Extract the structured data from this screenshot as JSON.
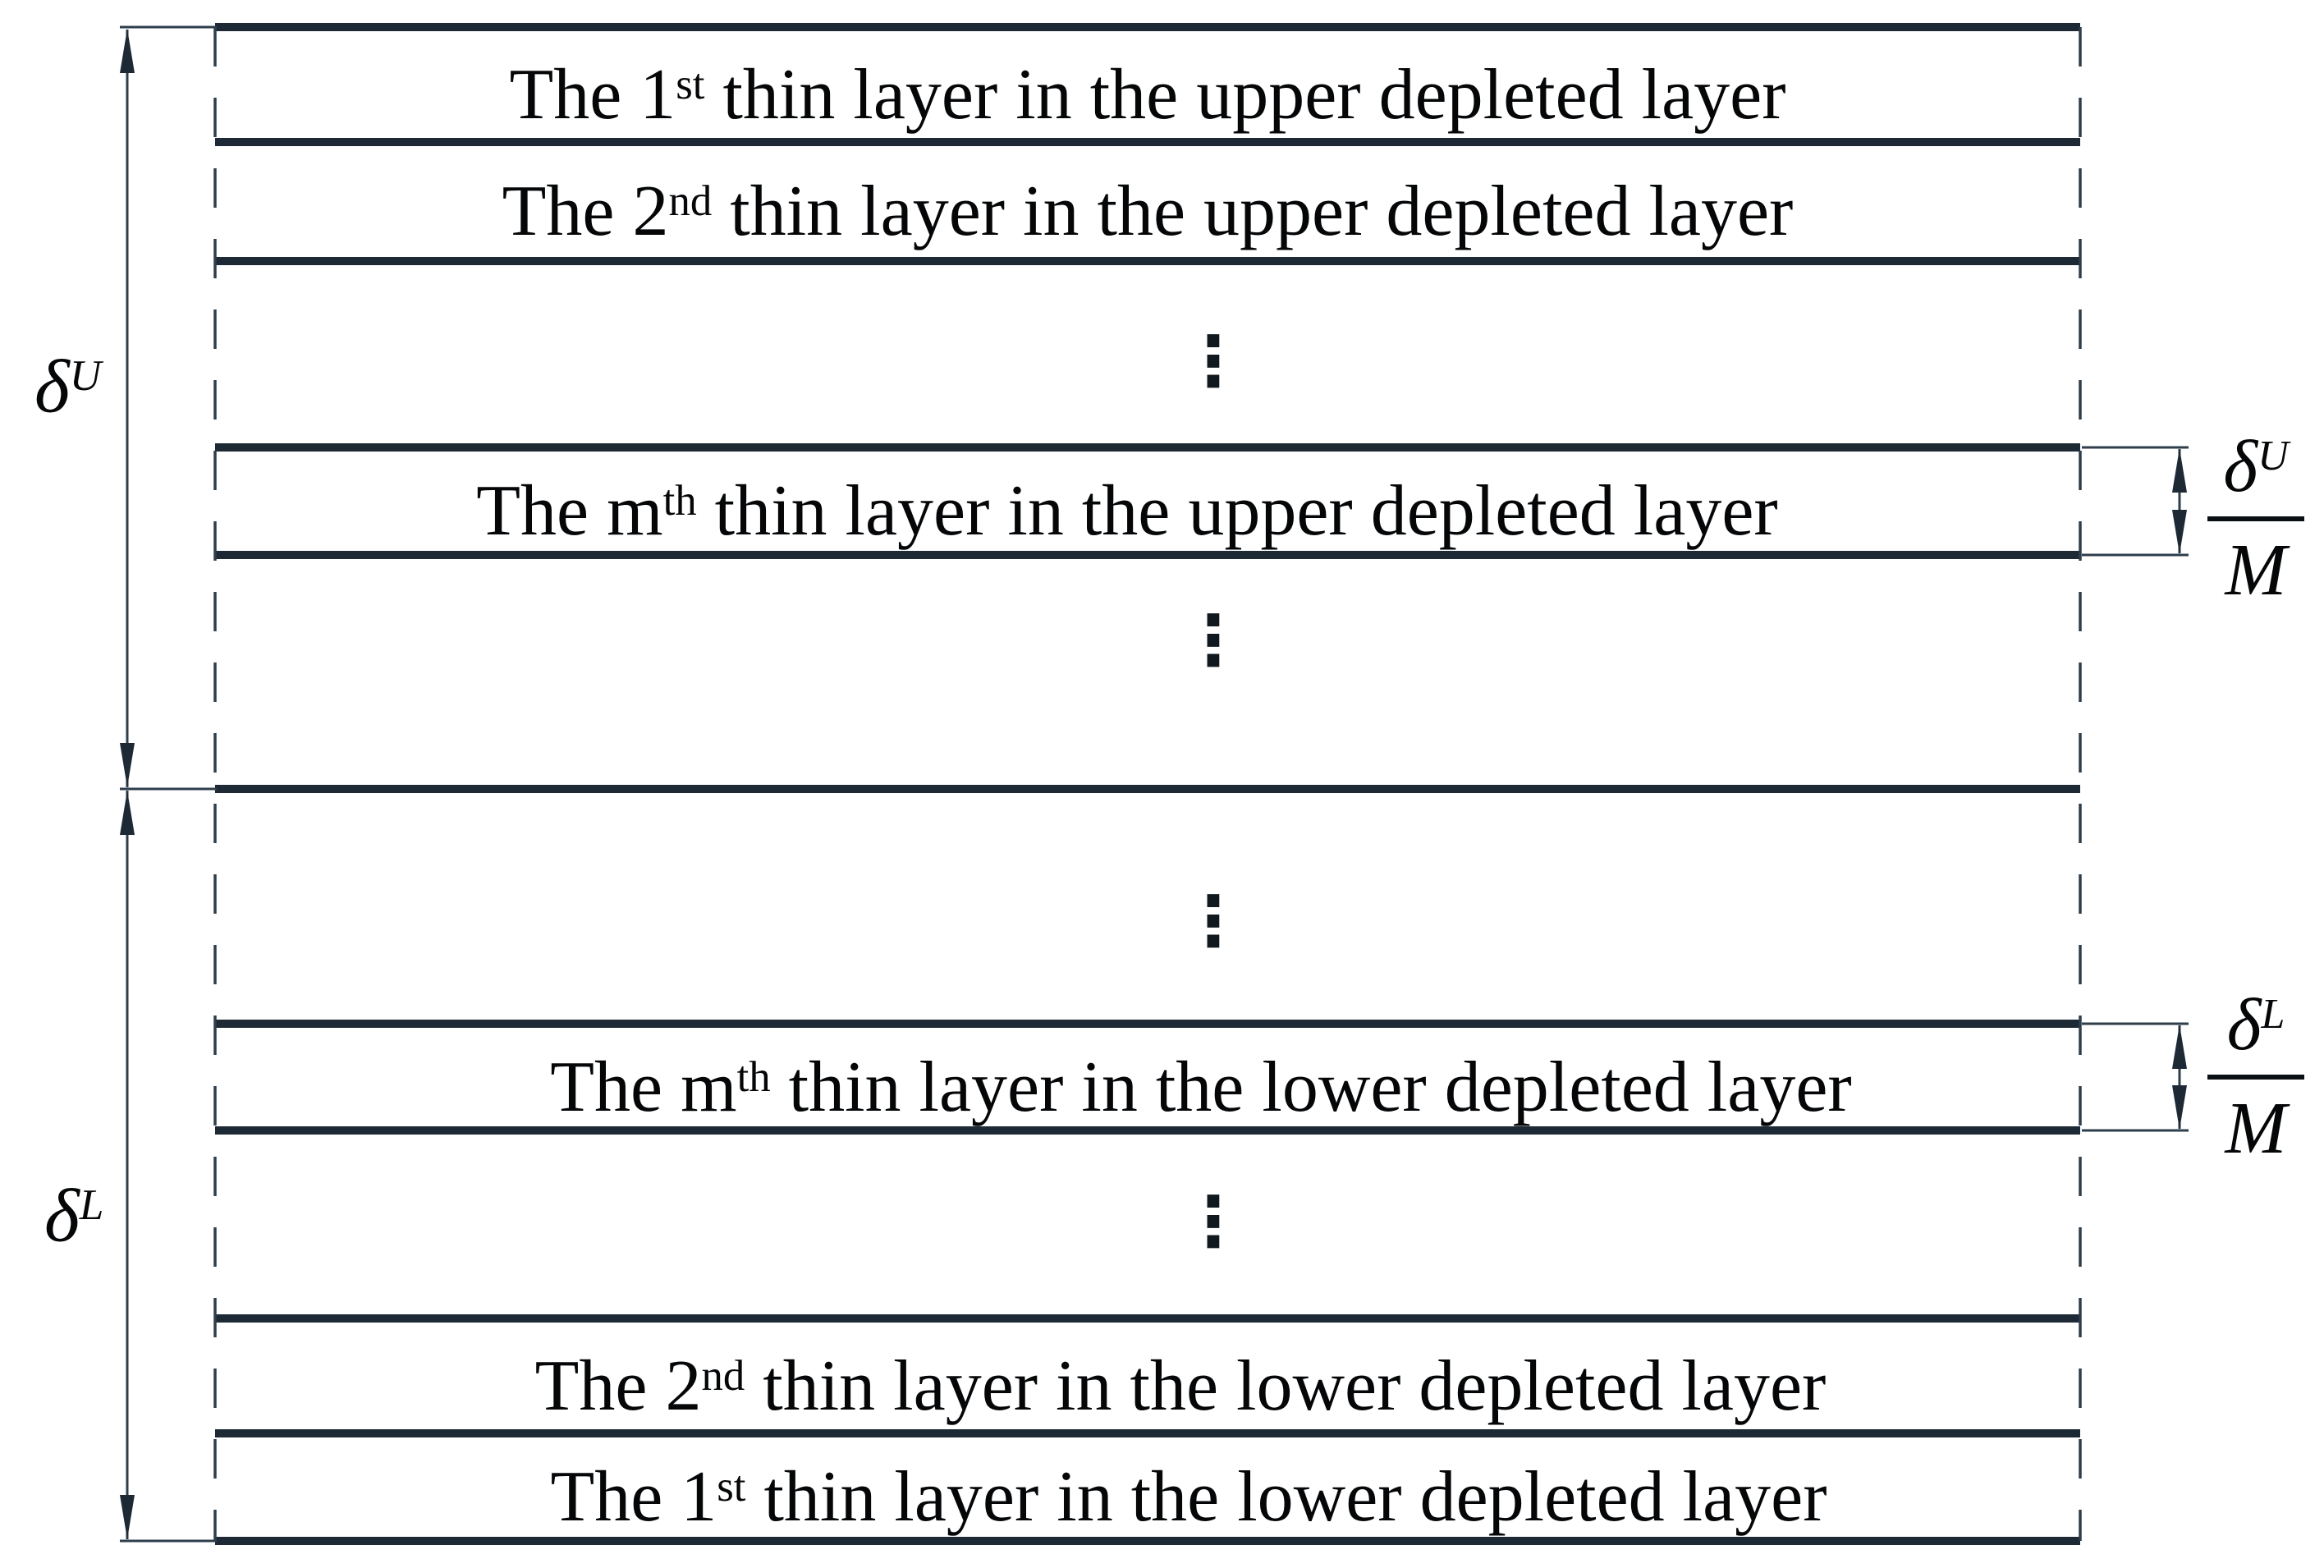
{
  "colors": {
    "thick_line": "#1d2935",
    "thin_line": "#2e3e4c",
    "text": "#000000",
    "background": "#ffffff"
  },
  "symbols": {
    "vertical_ellipsis": "⋮"
  },
  "upper_section": {
    "dimension_label": {
      "base": "δ",
      "sup": "U"
    },
    "sublayer_dimension": {
      "numerator_base": "δ",
      "numerator_sup": "U",
      "denominator": "M"
    },
    "layers": [
      {
        "prefix": "The 1",
        "ordinal": "st",
        "rest": " thin layer in the upper depleted layer"
      },
      {
        "prefix": "The 2",
        "ordinal": "nd",
        "rest": " thin layer in the upper depleted layer"
      },
      {
        "prefix": "The m",
        "ordinal": "th",
        "rest": " thin layer in the upper depleted layer"
      }
    ]
  },
  "lower_section": {
    "dimension_label": {
      "base": "δ",
      "sup": "L"
    },
    "sublayer_dimension": {
      "numerator_base": "δ",
      "numerator_sup": "L",
      "denominator": "M"
    },
    "layers": [
      {
        "prefix": "The m",
        "ordinal": "th",
        "rest": " thin layer in the lower depleted layer"
      },
      {
        "prefix": "The 2",
        "ordinal": "nd",
        "rest": " thin layer in the lower depleted layer"
      },
      {
        "prefix": "The 1",
        "ordinal": "st",
        "rest": " thin layer in the lower depleted layer"
      }
    ]
  }
}
